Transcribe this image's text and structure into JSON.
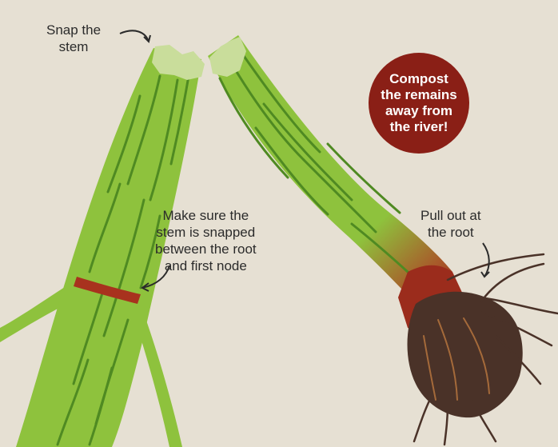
{
  "labels": {
    "snap": [
      "Snap the",
      "stem"
    ],
    "make_sure": [
      "Make sure the",
      "stem is snapped",
      "between the root",
      "and first node"
    ],
    "pull": [
      "Pull out at",
      "the root"
    ]
  },
  "badge": {
    "lines": [
      "Compost",
      "the remains",
      "away from",
      "the river!"
    ]
  },
  "colors": {
    "background": "#e6e0d3",
    "stem_green": "#8ec23d",
    "stem_dark_stripe": "#4f8a22",
    "snapped_tip": "#c9dd9b",
    "node_red": "#a8321e",
    "root_brown": "#4a3228",
    "badge": "#8a1f16"
  },
  "icons": [
    "curved-arrow-icon",
    "curved-arrow-icon",
    "curved-arrow-icon"
  ]
}
